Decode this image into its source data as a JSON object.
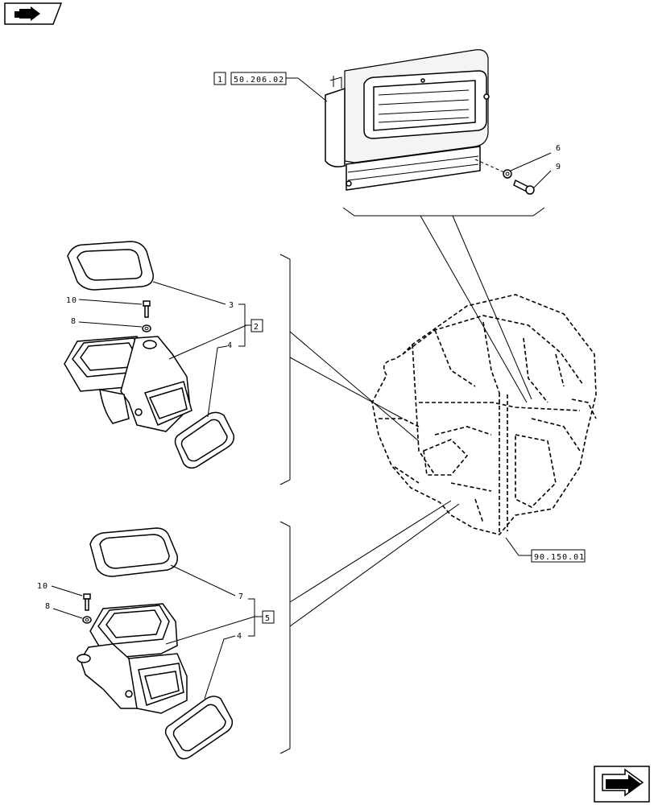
{
  "references": {
    "top_qty": "1",
    "top_ref": "50.206.02",
    "frame_ref": "90.150.01"
  },
  "callouts": {
    "c6": "6",
    "c9": "9",
    "c3": "3",
    "c10a": "10",
    "c8a": "8",
    "c2": "2",
    "c4a": "4",
    "c7": "7",
    "c10b": "10",
    "c8b": "8",
    "c5": "5",
    "c4b": "4"
  },
  "icons": {
    "top_left": "previous-page-arrow-icon",
    "bottom_right": "next-page-arrow-icon"
  }
}
